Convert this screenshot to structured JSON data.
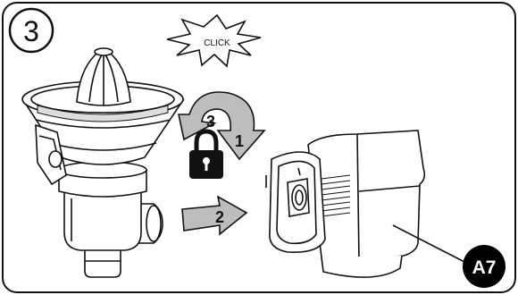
{
  "step": {
    "number": "3"
  },
  "burst": {
    "text": "CLICK"
  },
  "rotation_arrow": {
    "step_a": "3",
    "step_b": "1"
  },
  "push_arrow": {
    "label": "2"
  },
  "callout": {
    "label": "A7"
  },
  "icons": [
    "lock-icon",
    "click-burst-icon",
    "rotate-arrow-icon",
    "push-arrow-icon"
  ],
  "colors": {
    "line": "#111111",
    "arrow_fill": "#b8b8b8",
    "callout_bg": "#000000",
    "callout_text": "#ffffff"
  }
}
